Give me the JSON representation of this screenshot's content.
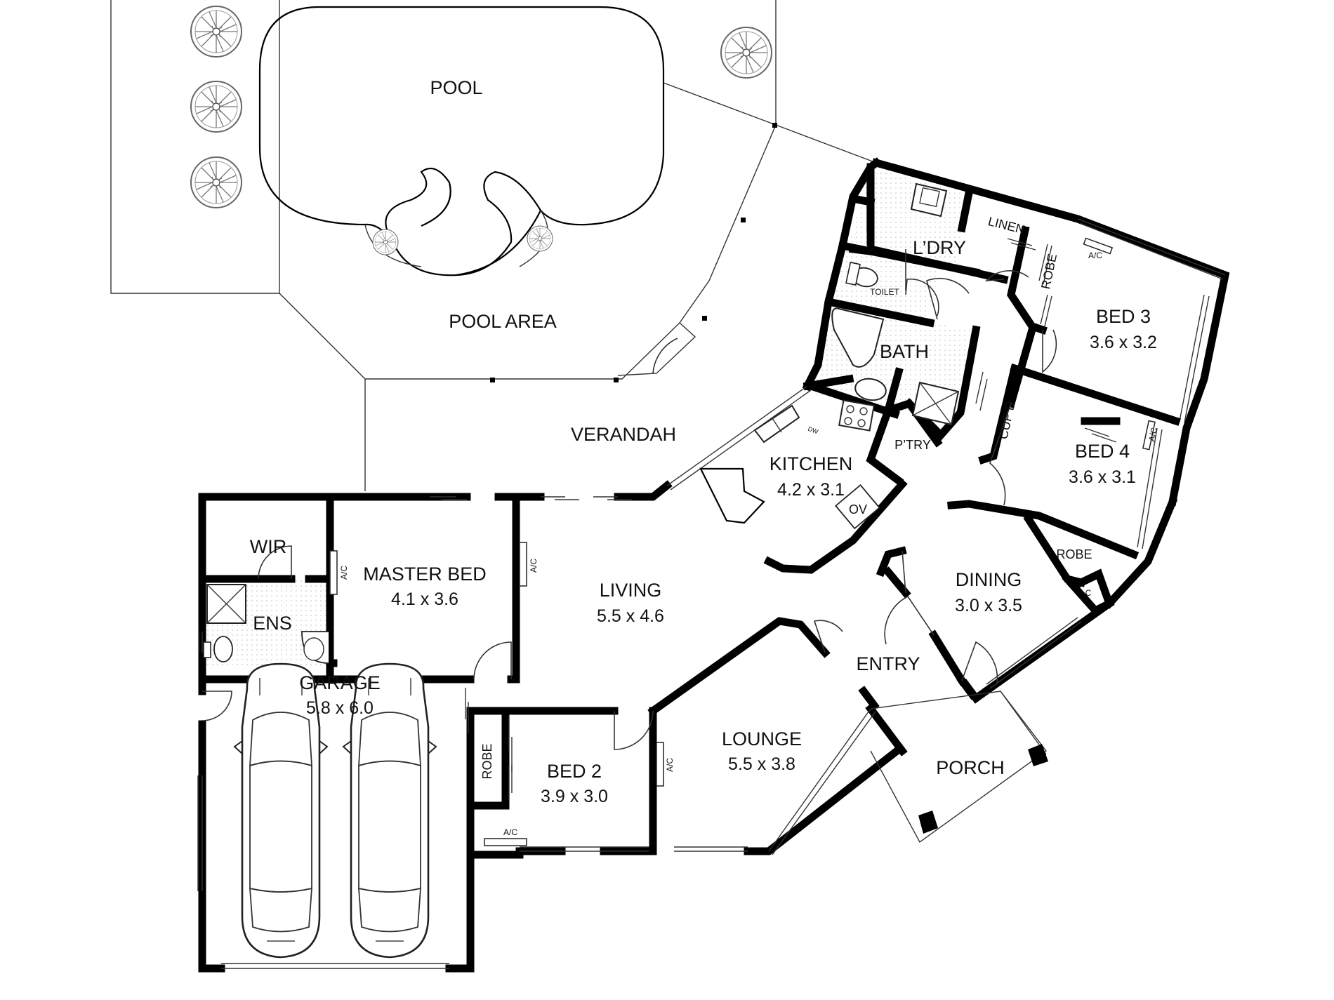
{
  "rooms": {
    "pool": {
      "name": "POOL"
    },
    "pool_area": {
      "name": "POOL AREA"
    },
    "verandah": {
      "name": "VERANDAH"
    },
    "laundry": {
      "name": "L’DRY"
    },
    "linen": {
      "name": "LINEN"
    },
    "toilet": {
      "name": "TOILET"
    },
    "bath": {
      "name": "BATH"
    },
    "kitchen": {
      "name": "KITCHEN",
      "dims": "4.2 x 3.1"
    },
    "pantry": {
      "name": "P’TRY"
    },
    "oven": {
      "name": "OV"
    },
    "bed3": {
      "name": "BED 3",
      "dims": "3.6 x 3.2"
    },
    "bed3_robe": {
      "name": "ROBE"
    },
    "bed4": {
      "name": "BED 4",
      "dims": "3.6 x 3.1"
    },
    "cupboard": {
      "name": "CUP’D"
    },
    "bed4_robe": {
      "name": "ROBE"
    },
    "dining": {
      "name": "DINING",
      "dims": "3.0 x 3.5"
    },
    "c_cupboard": {
      "name": "C"
    },
    "wir": {
      "name": "WIR"
    },
    "master_bed": {
      "name": "MASTER BED",
      "dims": "4.1 x 3.6"
    },
    "ensuite": {
      "name": "ENS"
    },
    "living": {
      "name": "LIVING",
      "dims": "5.5 x 4.6"
    },
    "entry": {
      "name": "ENTRY"
    },
    "lounge": {
      "name": "LOUNGE",
      "dims": "5.5 x 3.8"
    },
    "porch": {
      "name": "PORCH"
    },
    "garage": {
      "name": "GARAGE",
      "dims": "5.8 x 6.0"
    },
    "bed2": {
      "name": "BED 2",
      "dims": "3.9 x 3.0"
    },
    "bed2_robe": {
      "name": "ROBE"
    }
  },
  "fixtures": {
    "ac": "A/C",
    "dw": "DW"
  }
}
